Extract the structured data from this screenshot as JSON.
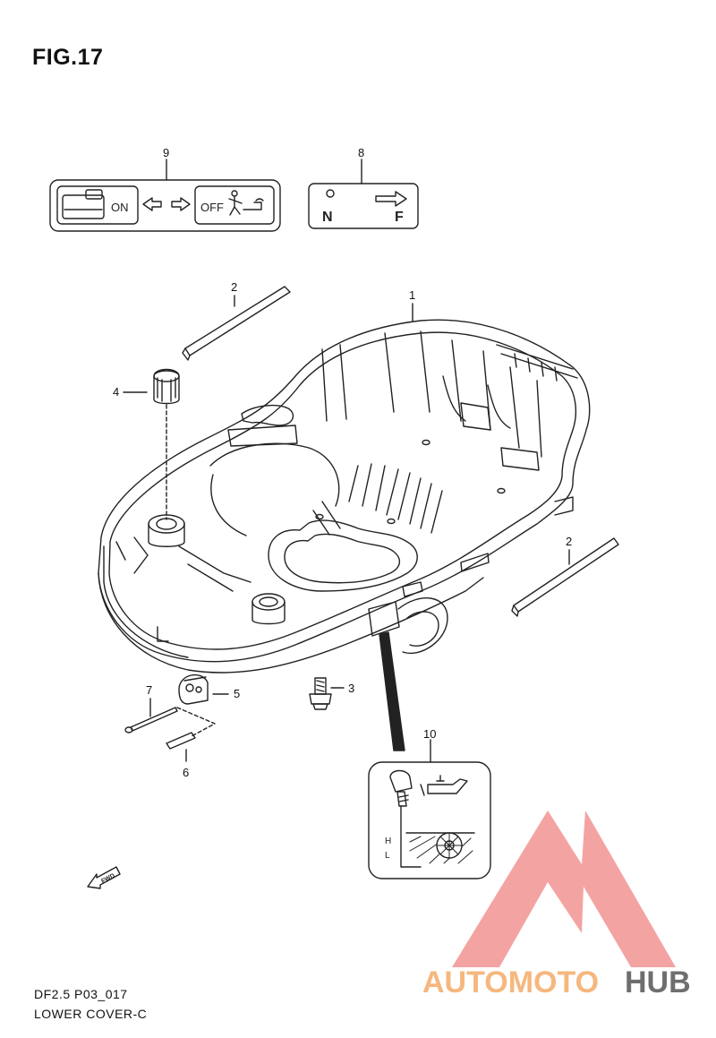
{
  "figure": {
    "title": "FIG.17",
    "code": "DF2.5 P03_017",
    "caption": "LOWER COVER-C"
  },
  "callouts": [
    "1",
    "2",
    "2",
    "3",
    "4",
    "5",
    "6",
    "7",
    "8",
    "9",
    "10"
  ],
  "label_9": {
    "on_text": "ON",
    "off_text": "OFF"
  },
  "label_8": {
    "n_text": "N",
    "f_text": "F"
  },
  "label_10": {
    "h_text": "H",
    "l_text": "L"
  },
  "fwd_text": "FWD",
  "watermark": {
    "part1": "AUTOMOTO",
    "part2": "HUB",
    "color_logo": "#f4a3a3",
    "color_text1": "#f6b77e",
    "color_text2": "#6e6e6e"
  }
}
